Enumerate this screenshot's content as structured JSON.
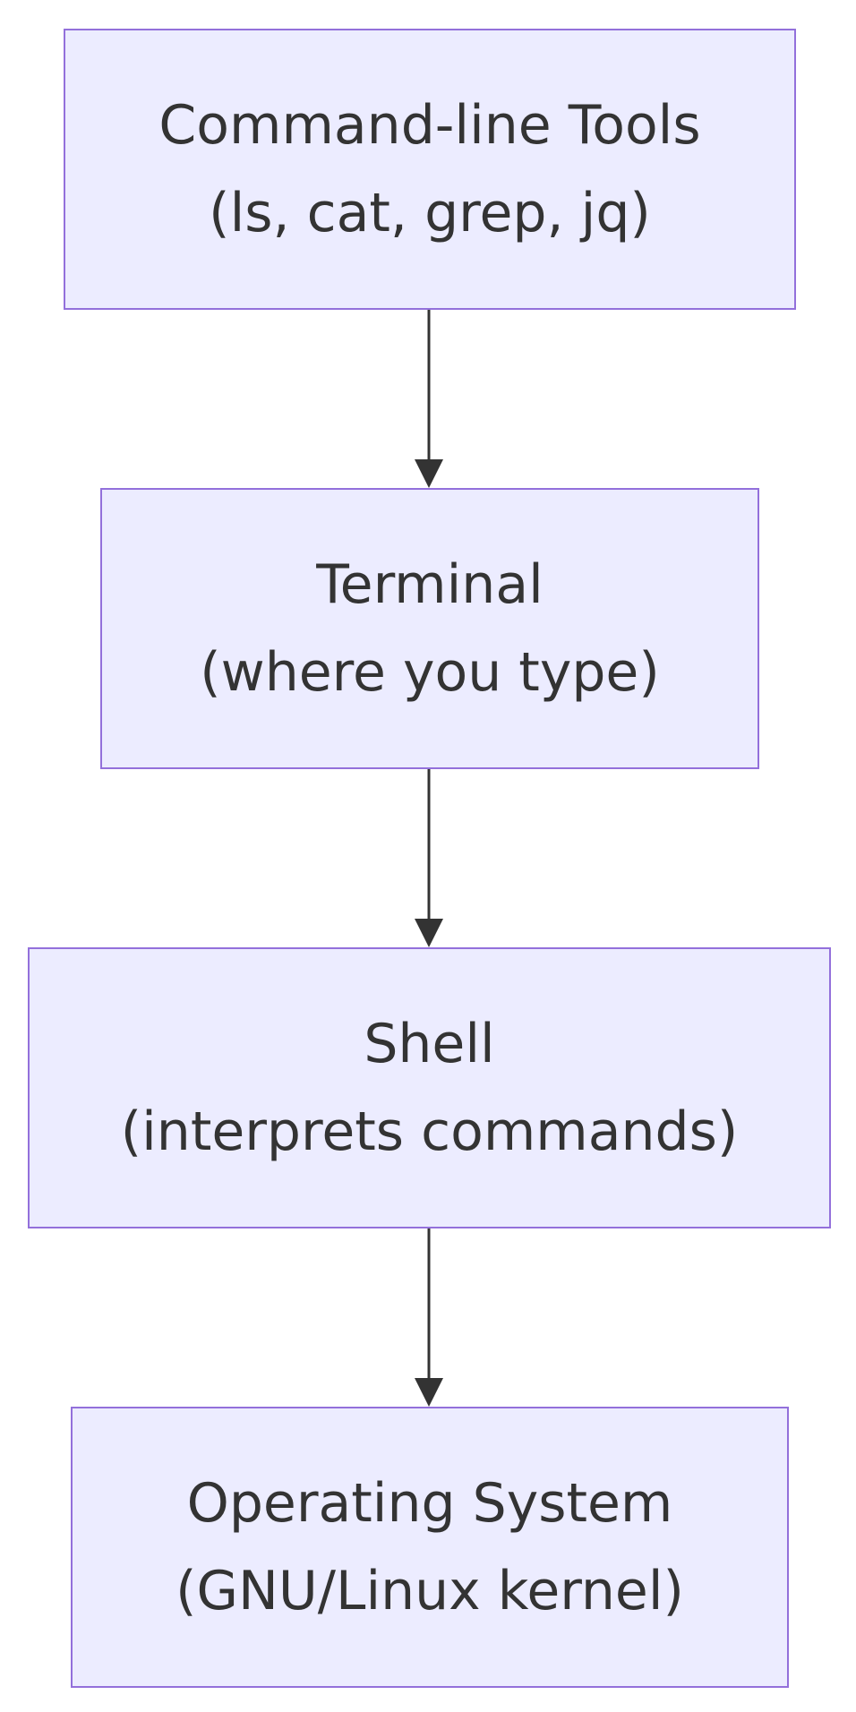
{
  "diagram": {
    "nodes": [
      {
        "id": "tools",
        "title": "Command-line Tools",
        "subtitle": "(ls, cat, grep, jq)"
      },
      {
        "id": "terminal",
        "title": "Terminal",
        "subtitle": "(where you type)"
      },
      {
        "id": "shell",
        "title": "Shell",
        "subtitle": "(interprets commands)"
      },
      {
        "id": "os",
        "title": "Operating System",
        "subtitle": "(GNU/Linux kernel)"
      }
    ],
    "edges": [
      {
        "from": "tools",
        "to": "terminal"
      },
      {
        "from": "terminal",
        "to": "shell"
      },
      {
        "from": "shell",
        "to": "os"
      }
    ],
    "colors": {
      "node_fill": "#ECECFF",
      "node_border": "#9370DB",
      "text": "#333333",
      "edge": "#333333"
    }
  }
}
